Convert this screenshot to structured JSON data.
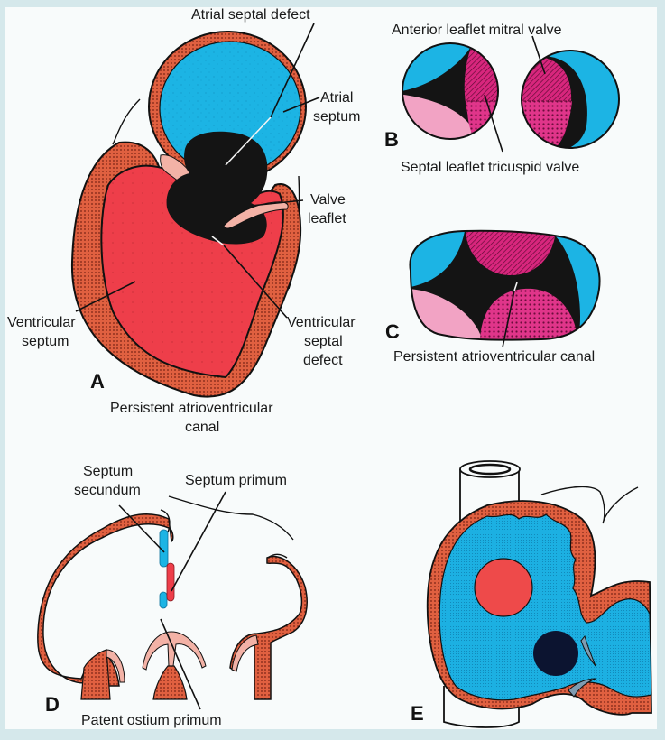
{
  "figure": {
    "colors": {
      "frame": "#d5e8eb",
      "panel": "#f8fbfb",
      "atrium_blue": "#1cb4e4",
      "ventricle_red": "#ee3e4a",
      "wall_orange": "#d8583a",
      "defect_black": "#141414",
      "leaflet_magenta": "#d11f75",
      "leaflet_pink": "#f2a3c4",
      "leaflet_tissue": "#f3b2a6",
      "dark_navy": "#0c1430",
      "valve_grey": "#7f9bb0"
    },
    "panels": {
      "A": {
        "letter": "A",
        "labels": {
          "atrial_septal_defect": "Atrial septal defect",
          "atrial_septum_1": "Atrial",
          "atrial_septum_2": "septum",
          "valve_leaflet_1": "Valve",
          "valve_leaflet_2": "leaflet",
          "ventricular_septum_1": "Ventricular",
          "ventricular_septum_2": "septum",
          "vsd_1": "Ventricular",
          "vsd_2": "septal",
          "vsd_3": "defect",
          "caption_1": "Persistent atrioventricular",
          "caption_2": "canal"
        }
      },
      "B": {
        "letter": "B",
        "labels": {
          "anterior_leaflet": "Anterior leaflet mitral valve",
          "septal_leaflet": "Septal leaflet tricuspid valve"
        }
      },
      "C": {
        "letter": "C",
        "labels": {
          "caption": "Persistent atrioventricular canal"
        }
      },
      "D": {
        "letter": "D",
        "labels": {
          "septum_secundum_1": "Septum",
          "septum_secundum_2": "secundum",
          "septum_primum": "Septum primum",
          "patent_ostium": "Patent ostium primum"
        }
      },
      "E": {
        "letter": "E"
      }
    }
  }
}
